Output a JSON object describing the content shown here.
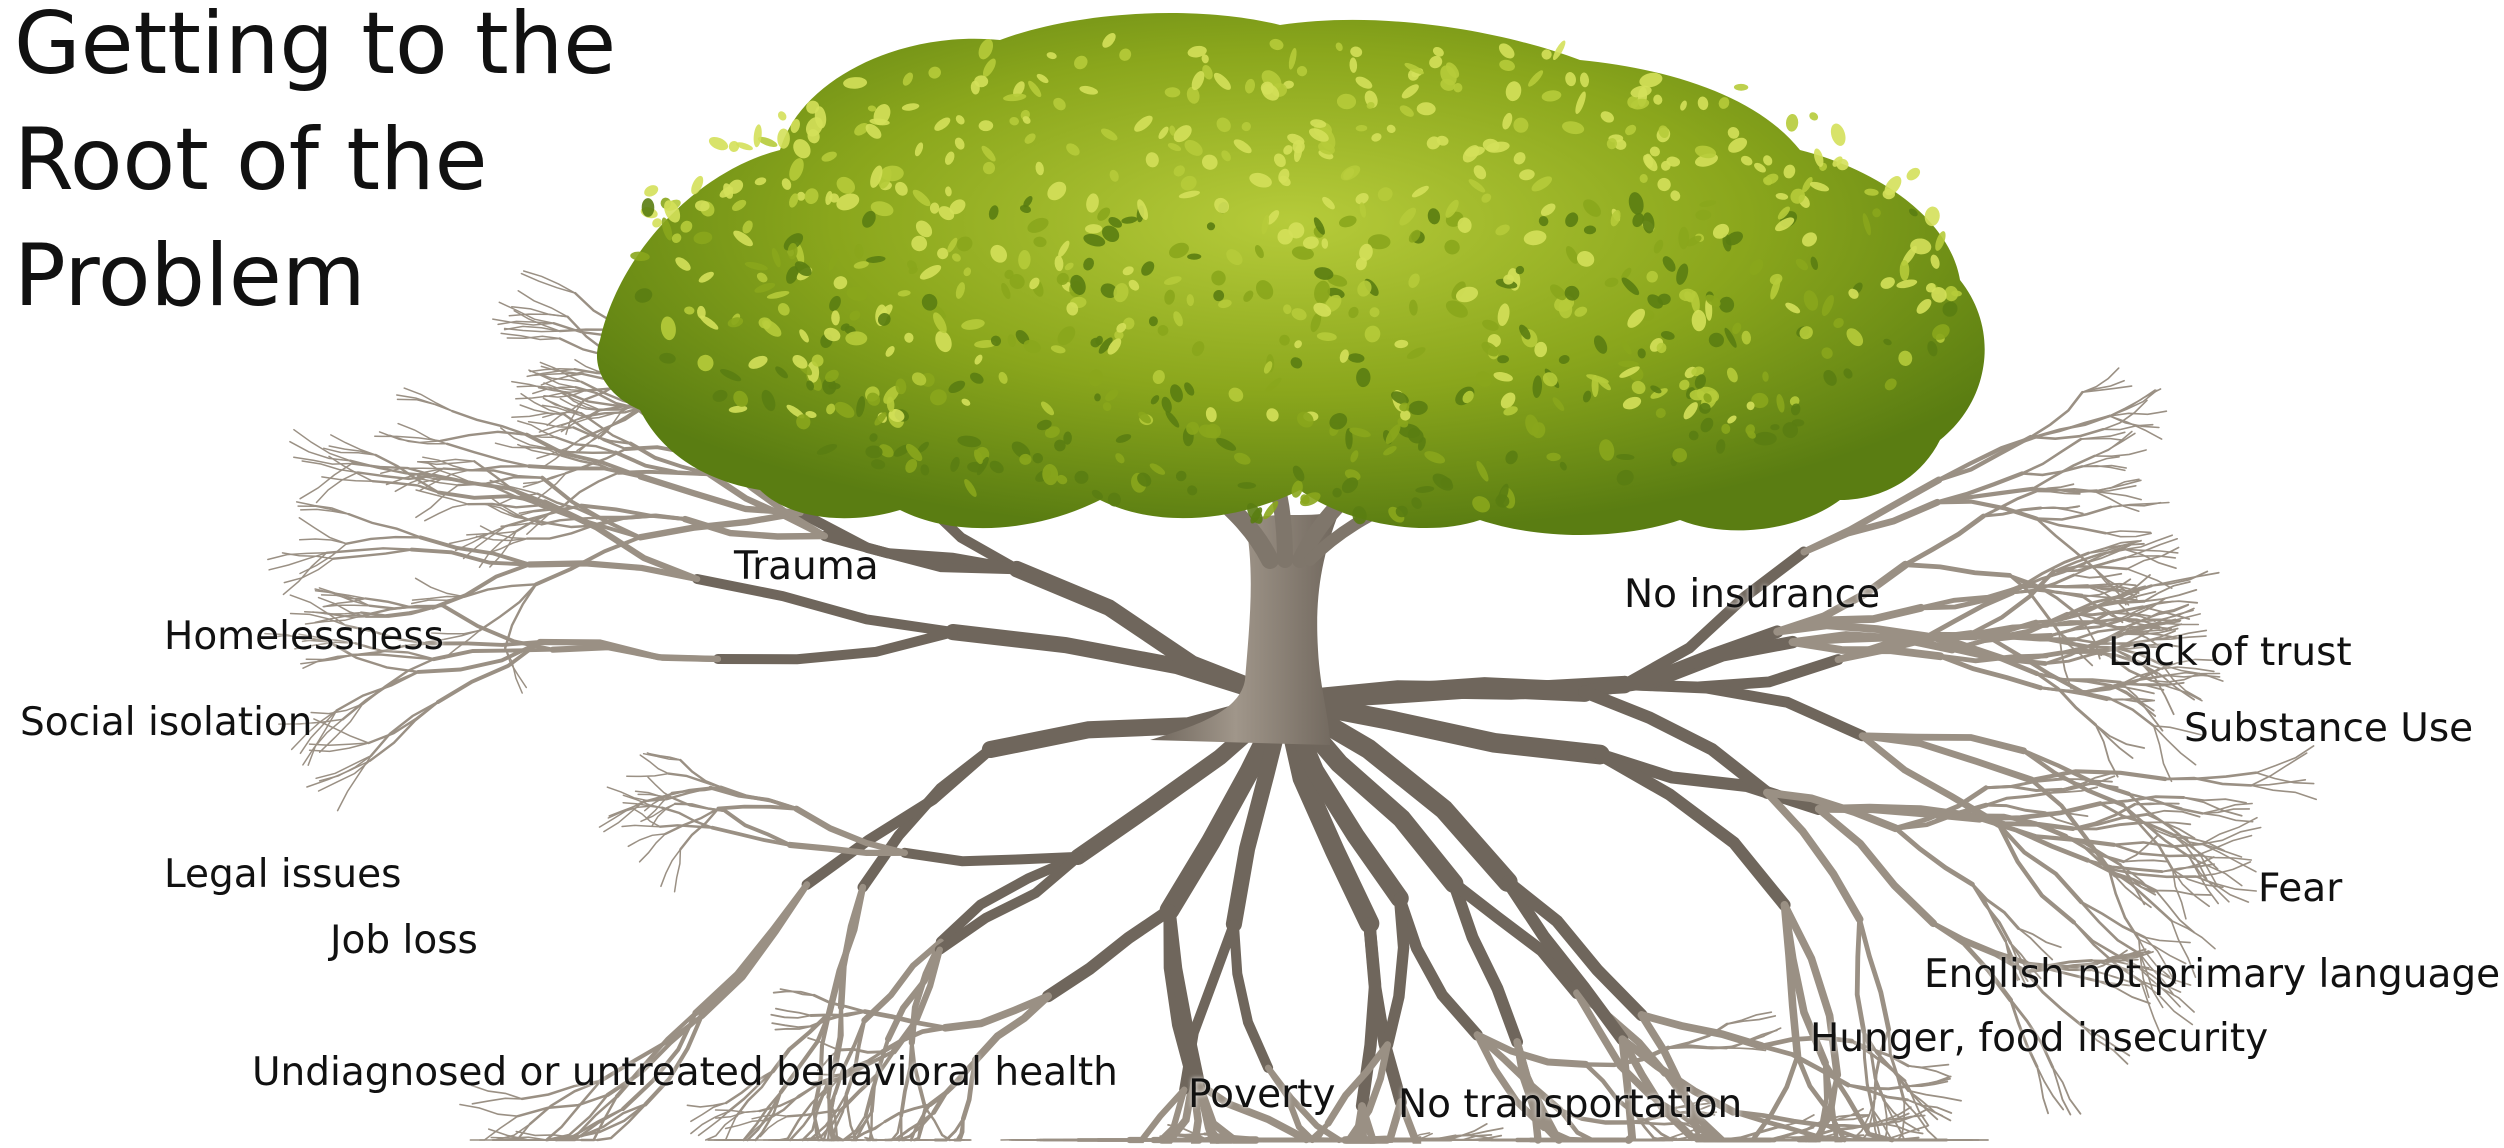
{
  "slide": {
    "title_lines": [
      "Getting to the",
      "Root of the",
      "Problem"
    ]
  },
  "labels": {
    "trauma": "Trauma",
    "homelessness": "Homelessness",
    "social_isolation": "Social isolation",
    "legal_issues": "Legal issues",
    "job_loss": "Job loss",
    "behavioral_health": "Undiagnosed or untreated behavioral health",
    "poverty": "Poverty",
    "no_transportation": "No transportation",
    "hunger": "Hunger, food insecurity",
    "english": "English not primary language",
    "fear": "Fear",
    "substance_use": "Substance Use",
    "lack_of_trust": "Lack of trust",
    "no_insurance": "No insurance"
  },
  "colors": {
    "canopy_dark": "#5a7d12",
    "canopy_mid": "#8aa61c",
    "canopy_light": "#b6cb3a",
    "canopy_highlight": "#d4e05a",
    "trunk": "#8c8378",
    "root": "#9a9084",
    "root_shadow": "#6f665c"
  }
}
